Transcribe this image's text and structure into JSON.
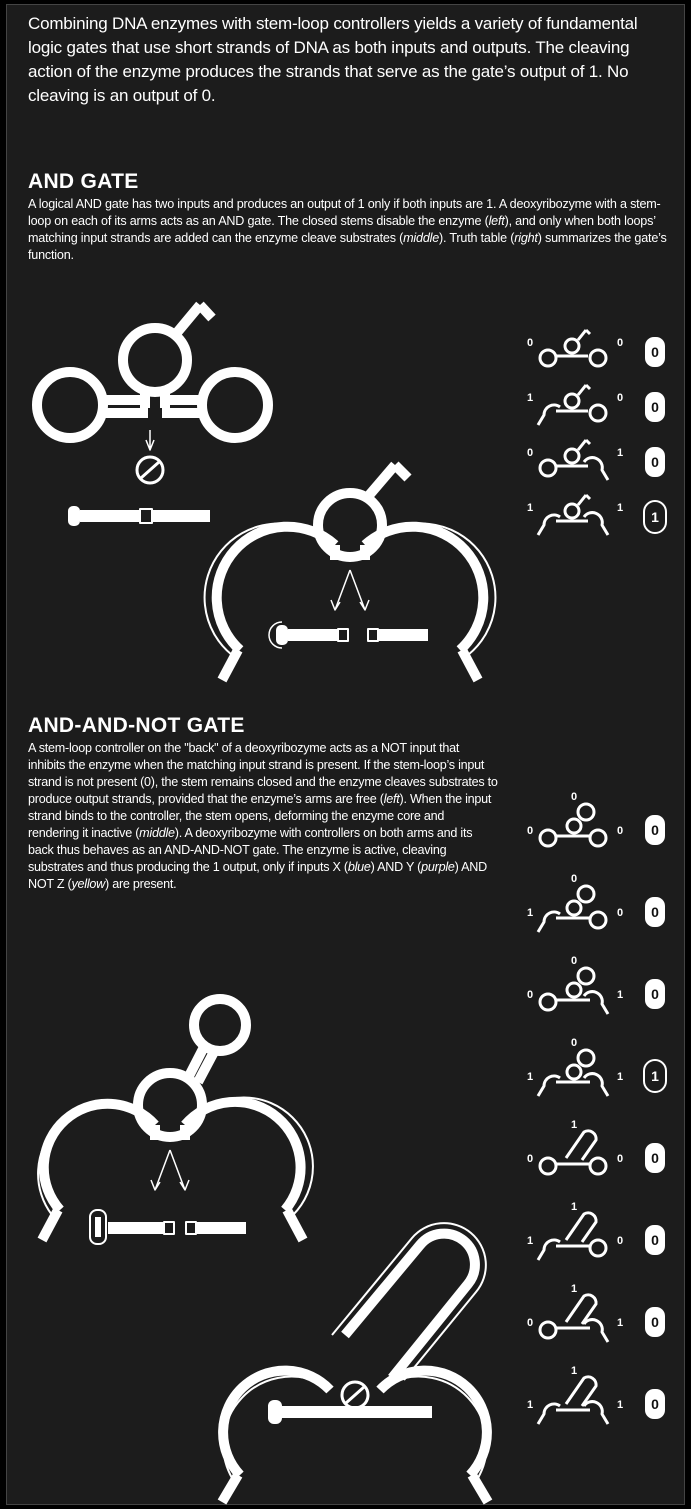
{
  "intro": "Combining DNA enzymes with stem-loop controllers yields a variety of fundamental logic gates that use short strands of DNA as both inputs and outputs. The cleaving action of the enzyme produces the strands that serve as the gate’s output of 1. No cleaving is an output of 0.",
  "and_gate": {
    "heading": "AND GATE",
    "text_a": "A logical AND gate has two inputs and produces an output of 1 only if both inputs are 1. A deoxyribozyme with a stem-loop on each of its arms acts as an AND gate. The closed stems disable the enzyme (",
    "left": "left",
    "text_b": "), and only when both loops’ matching input strands are added can the enzyme cleave substrates (",
    "middle": "middle",
    "text_c": "). Truth table (",
    "right": "right",
    "text_d": ") summarizes the gate’s function."
  },
  "andnot_gate": {
    "heading": "AND-AND-NOT GATE",
    "text_a": "A stem-loop controller on the \"back\" of a deoxyribozyme acts as a NOT input that inhibits the enzyme when the matching input strand is present. If the stem-loop’s input strand is not present (0), the stem remains closed and the enzyme cleaves substrates to produce output strands, provided that the enzyme’s arms are free (",
    "left": "left",
    "text_b": "). When the input strand binds to the controller, the stem opens, deforming the enzyme core and rendering it inactive (",
    "middle": "middle",
    "text_c": "). A deoxyribozyme with controllers on both arms and its back thus behaves as an AND-AND-NOT gate. The enzyme is active, cleaving substrates and thus producing the 1 output, only if inputs X (",
    "blue": "blue",
    "text_d": ") AND Y (",
    "purple": "purple",
    "text_e": ") AND NOT Z (",
    "yellow": "yellow",
    "text_f": ") are present."
  },
  "and_truth_table": [
    {
      "left": "0",
      "right": "0",
      "out": "0"
    },
    {
      "left": "1",
      "right": "0",
      "out": "0"
    },
    {
      "left": "0",
      "right": "1",
      "out": "0"
    },
    {
      "left": "1",
      "right": "1",
      "out": "1"
    }
  ],
  "andnot_truth_table": [
    {
      "top": "0",
      "left": "0",
      "right": "0",
      "out": "0"
    },
    {
      "top": "0",
      "left": "1",
      "right": "0",
      "out": "0"
    },
    {
      "top": "0",
      "left": "0",
      "right": "1",
      "out": "0"
    },
    {
      "top": "0",
      "left": "1",
      "right": "1",
      "out": "1"
    },
    {
      "top": "1",
      "left": "0",
      "right": "0",
      "out": "0"
    },
    {
      "top": "1",
      "left": "1",
      "right": "0",
      "out": "0"
    },
    {
      "top": "1",
      "left": "0",
      "right": "1",
      "out": "0"
    },
    {
      "top": "1",
      "left": "1",
      "right": "1",
      "out": "0"
    }
  ],
  "colors": {
    "background": "#1c1c1c",
    "ink": "#ffffff"
  }
}
